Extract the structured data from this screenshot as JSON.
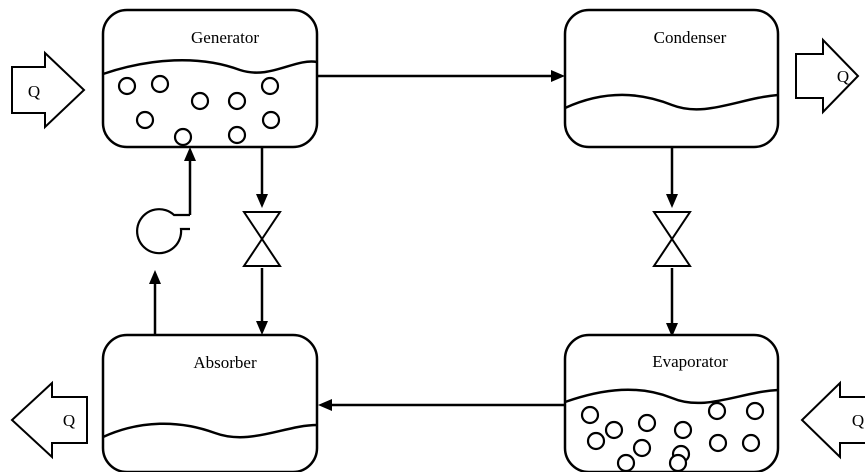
{
  "components": {
    "generator": {
      "label": "Generator"
    },
    "condenser": {
      "label": "Condenser"
    },
    "absorber": {
      "label": "Absorber"
    },
    "evaporator": {
      "label": "Evaporator"
    }
  },
  "heat_flows": {
    "generator_in": {
      "label": "Q"
    },
    "condenser_out": {
      "label": "Q"
    },
    "absorber_out": {
      "label": "Q"
    },
    "evaporator_in": {
      "label": "Q"
    }
  },
  "colors": {
    "stroke": "#000000",
    "background": "#ffffff"
  },
  "symbols": {
    "valves": [
      "expansion-valve-icon",
      "expansion-valve-icon"
    ],
    "pump": "pump-icon",
    "heat_arrow": "heat-flow-arrow-icon",
    "bubbles": "bubble-icon"
  }
}
